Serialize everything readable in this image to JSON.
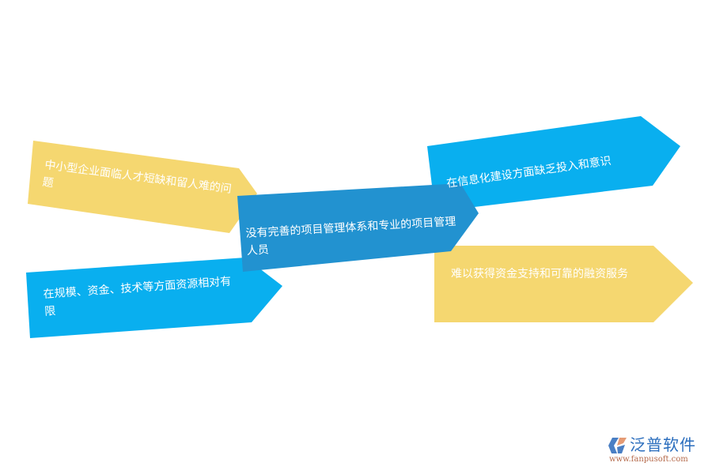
{
  "colors": {
    "yellow": "#F5D770",
    "blue_bright": "#09AFEF",
    "blue_dark": "#2292D0",
    "text": "#FFFFFF",
    "logo_blue": "#2A6DBD",
    "logo_orange": "#E59B74",
    "logo_url": "#B4694A"
  },
  "arrows": [
    {
      "id": 1,
      "color": "yellow",
      "text": "中小型企业面临人才短缺和留人难的问题"
    },
    {
      "id": 2,
      "color": "blue_dark",
      "text": "没有完善的项目管理体系和专业的项目管理人员"
    },
    {
      "id": 3,
      "color": "blue_bright",
      "text": "在信息化建设方面缺乏投入和意识"
    },
    {
      "id": 4,
      "color": "yellow",
      "text": "难以获得资金支持和可靠的融资服务"
    },
    {
      "id": 5,
      "color": "blue_bright",
      "text": "在规模、资金、技术等方面资源相对有限"
    }
  ],
  "logo": {
    "brand": "泛普软件",
    "url": "www.fanpusoft.com"
  }
}
